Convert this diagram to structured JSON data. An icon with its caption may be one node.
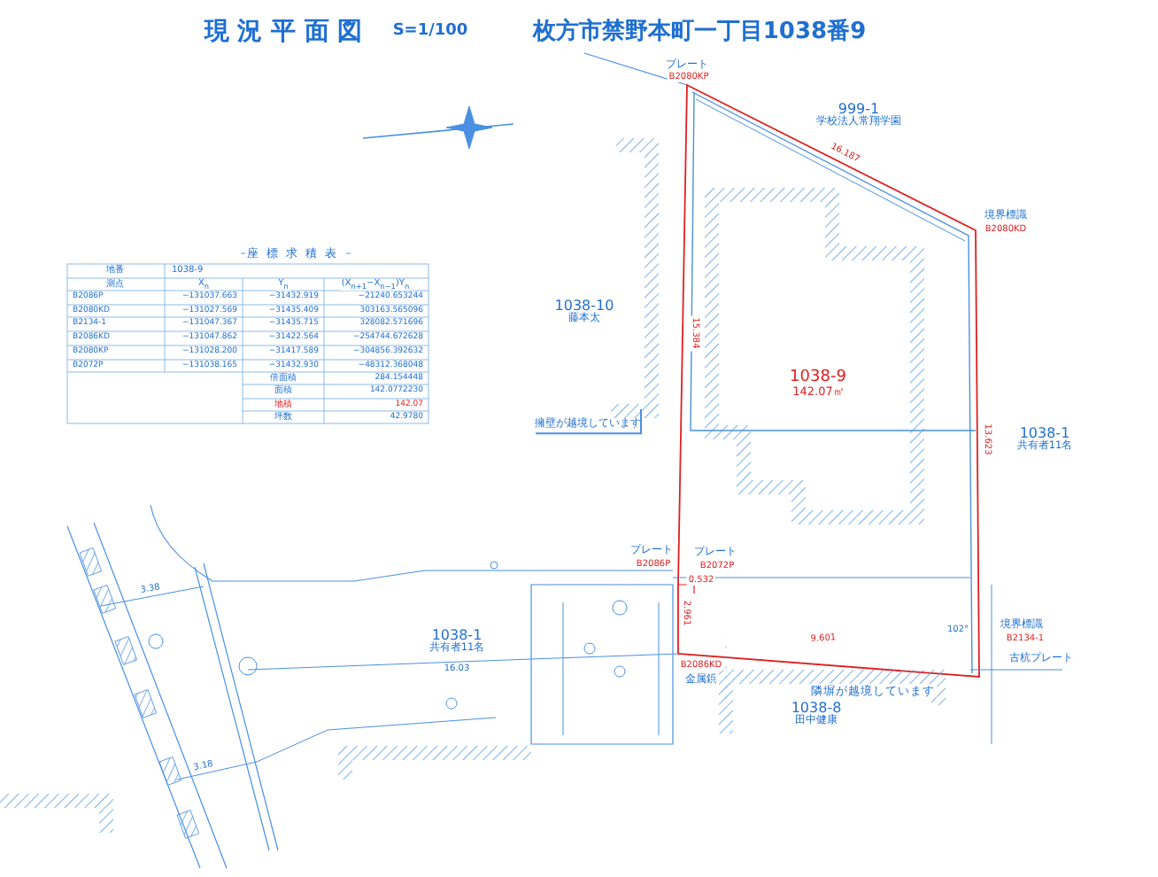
{
  "diagram": {
    "title": "現 況 平 面 図",
    "nodes": [
      {
        "text": [
          "999-1",
          "学校法人常翔学園"
        ]
      },
      {
        "text": [
          "1038-10",
          "藤本太"
        ]
      },
      {
        "text": [
          "1038-9",
          "142.07㎡"
        ]
      },
      {
        "text": [
          "1038-1",
          "共有者11名"
        ]
      },
      {
        "text": [
          "1038-1",
          "共有者11名"
        ]
      },
      {
        "text": [
          "1038-8",
          "田中健康"
        ]
      },
      {
        "text": [
          "擁壁が越境しています"
        ]
      },
      {
        "text": [],
        "shape": "wall"
      }
    ],
    "edges": [
      {
        "from": 6,
        "to": 7,
        "arrow": "none"
      }
    ],
    "labels": [
      "S=1/100",
      "枚方市禁野本町一丁目1038番9",
      "プレート",
      "B2080KP",
      "16.187",
      "境界標識",
      "B2080KD",
      "座標求積表",
      "地番",
      "1038-9",
      "測点",
      "X$_{n}$",
      "Y$_{n}$",
      "(X$_{n+1}$−X$_{n−1}$)Y$_{n}$",
      "B2086P",
      "−131037.663",
      "−31432.919",
      "−21240.653244",
      "B2080KD",
      "−131027.569",
      "−31435.409",
      "303163.565096",
      "B2134-1",
      "−131047.367",
      "−31435.715",
      "328082.571696",
      "B2086KD",
      "−131047.862",
      "−31422.564",
      "−254744.672628",
      "B2080KP",
      "−131028.200",
      "−31417.589",
      "−304856.392632",
      "B2072P",
      "−131038.165",
      "−31432.930",
      "−48312.368048",
      "倍面積",
      "284.154448",
      "面積",
      "142.0772230",
      "地積",
      "142.07",
      "坪数",
      "42.9780",
      "15.384",
      "13.623",
      "プレート",
      "B2086P",
      "プレート",
      "B2072P",
      "0.532",
      "3.38",
      "2.961",
      "9.601",
      "102°",
      "境界標識",
      "B2134-1",
      "16.03",
      "B2086KD",
      "金属鋲",
      "古杭プレート",
      "隣塀が越境しています",
      "3.18"
    ]
  }
}
